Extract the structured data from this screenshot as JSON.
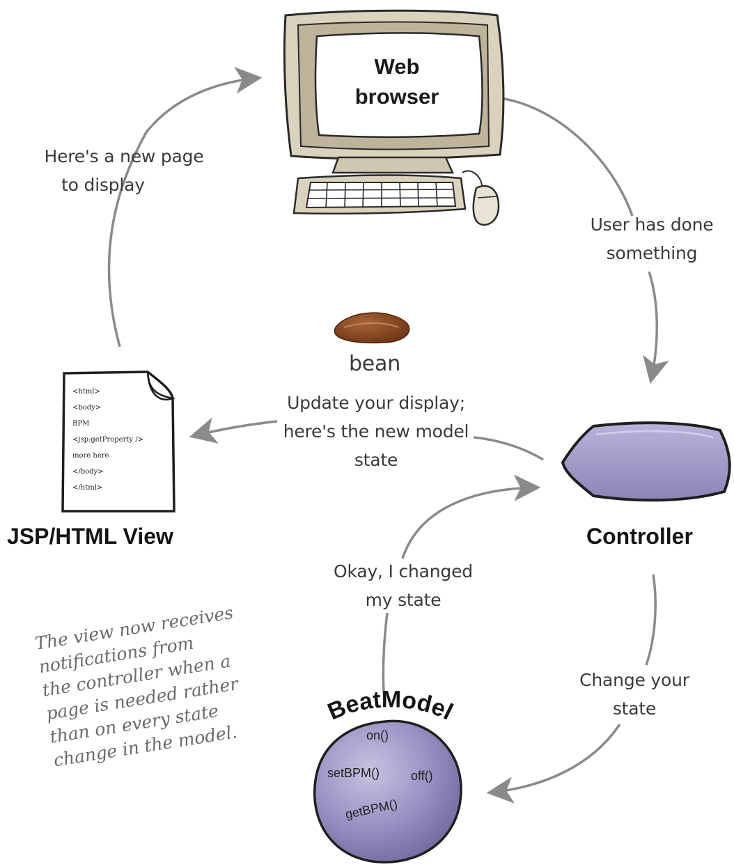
{
  "browser": {
    "screen_line1": "Web",
    "screen_line2": "browser"
  },
  "bean": {
    "label": "bean"
  },
  "view": {
    "label": "JSP/HTML View",
    "code_lines": [
      "<html>",
      "<body>",
      "BPM",
      "<jsp:getProperty />",
      "more here",
      "</body>",
      "</html>"
    ]
  },
  "controller": {
    "label": "Controller"
  },
  "model": {
    "label": "BeatModel",
    "methods": {
      "on": "on()",
      "set_bpm": "setBPM()",
      "off": "off()",
      "get_bpm": "getBPM()"
    }
  },
  "arrows": {
    "new_page": {
      "line1": "Here's a new page",
      "line2": "to display"
    },
    "user_action": {
      "line1": "User has done",
      "line2": "something"
    },
    "update_display": {
      "line1": "Update your display;",
      "line2": "here's the new model",
      "line3": "state"
    },
    "changed_state": {
      "line1": "Okay, I changed",
      "line2": "my state"
    },
    "change_state": {
      "line1": "Change your",
      "line2": "state"
    }
  },
  "note": {
    "line1": "The view now receives",
    "line2": "notifications from",
    "line3": "the controller when a",
    "line4": "page is needed rather",
    "line5": "than on every state",
    "line6": "change in the model."
  },
  "colors": {
    "arrow": "#8a8a8a",
    "monitor_beige": "#d9d2bd",
    "controller_purple": "#9c96c2",
    "model_purple": "#8f88b8",
    "bean_brown": "#8a4a22"
  }
}
